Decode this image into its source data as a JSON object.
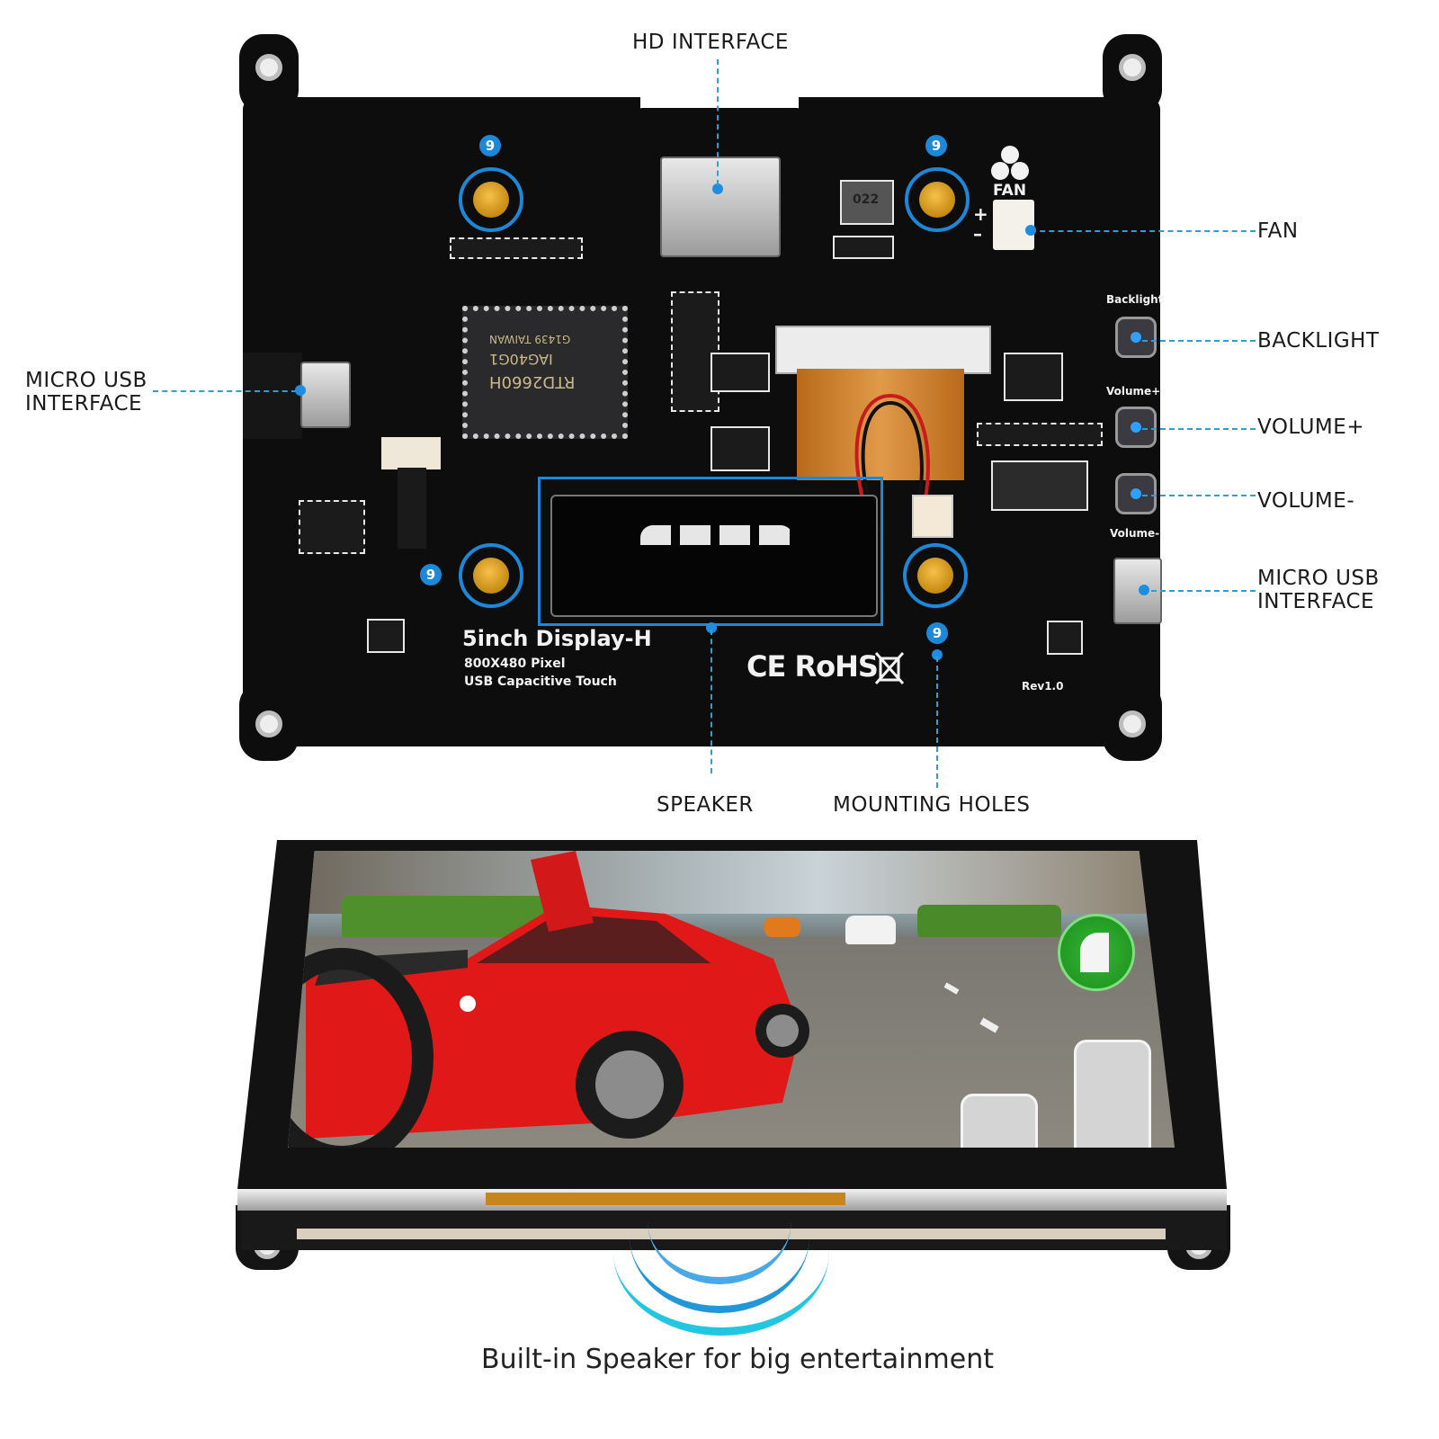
{
  "callouts": {
    "hd_interface": "HD INTERFACE",
    "fan": "FAN",
    "micro_usb_left_line1": "MICRO USB",
    "micro_usb_left_line2": "INTERFACE",
    "backlight": "BACKLIGHT",
    "volume_plus": "VOLUME+",
    "volume_minus": "VOLUME-",
    "micro_usb_right_line1": "MICRO USB",
    "micro_usb_right_line2": "INTERFACE",
    "speaker": "SPEAKER",
    "mounting_holes": "MOUNTING HOLES"
  },
  "pcb": {
    "mount_badge": "9",
    "product_name": "5inch Display-H",
    "resolution": "800X480 Pixel",
    "touch_type": "USB Capacitive Touch",
    "certifications": "CE RoHS",
    "revision": "Rev1.0",
    "fan_silk": "FAN",
    "fan_plus": "+",
    "fan_minus": "–",
    "inductor_mark": "022",
    "chip_line1": "RTD2660H",
    "chip_line2": "IAG40G1",
    "chip_line3": "G1439 TAIWAN",
    "button_labels": [
      "Backlight",
      "Volume+",
      "Volume-"
    ]
  },
  "icons": {
    "fan": "fan-icon",
    "weee": "weee-bin-icon",
    "sound_waves": "sound-waves-icon",
    "door": "car-door-icon",
    "pedals": "pedal-icons"
  },
  "colors": {
    "accent_blue": "#1e88d8",
    "dashed_line": "#2f9fd0",
    "pcb_black": "#0d0d0e",
    "standoff_gold": "#e0a62a",
    "wave_1": "#4aa8e6",
    "wave_2": "#2196d8",
    "wave_3": "#22c6e0"
  },
  "caption": "Built-in Speaker for big entertainment"
}
